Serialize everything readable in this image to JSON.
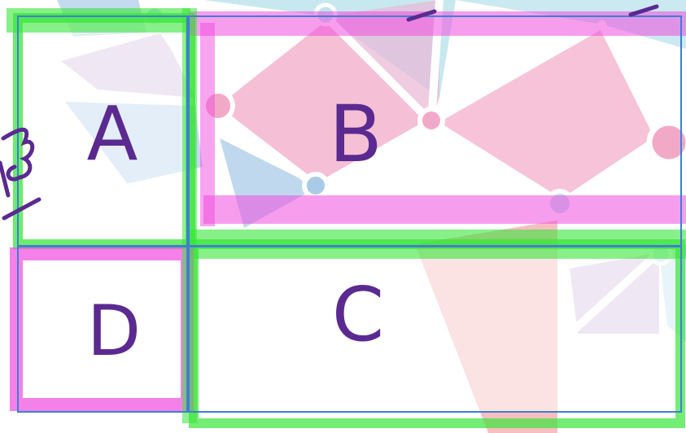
{
  "diagram": {
    "regions": [
      {
        "id": "A",
        "label": "A"
      },
      {
        "id": "B",
        "label": "B"
      },
      {
        "id": "C",
        "label": "C"
      },
      {
        "id": "D",
        "label": "D"
      }
    ]
  },
  "colors": {
    "ink": "#5b2a90",
    "highlight_green": "#39e639",
    "highlight_magenta": "#f04ce0",
    "panel_border": "#3f7fd0",
    "bg_pink": "#f2a9c7",
    "bg_lightblue": "#bde4ec",
    "bg_lavender": "#cdb7dc",
    "bg_blue": "#a9cbe8",
    "bg_salmon": "#f4a3a8"
  }
}
